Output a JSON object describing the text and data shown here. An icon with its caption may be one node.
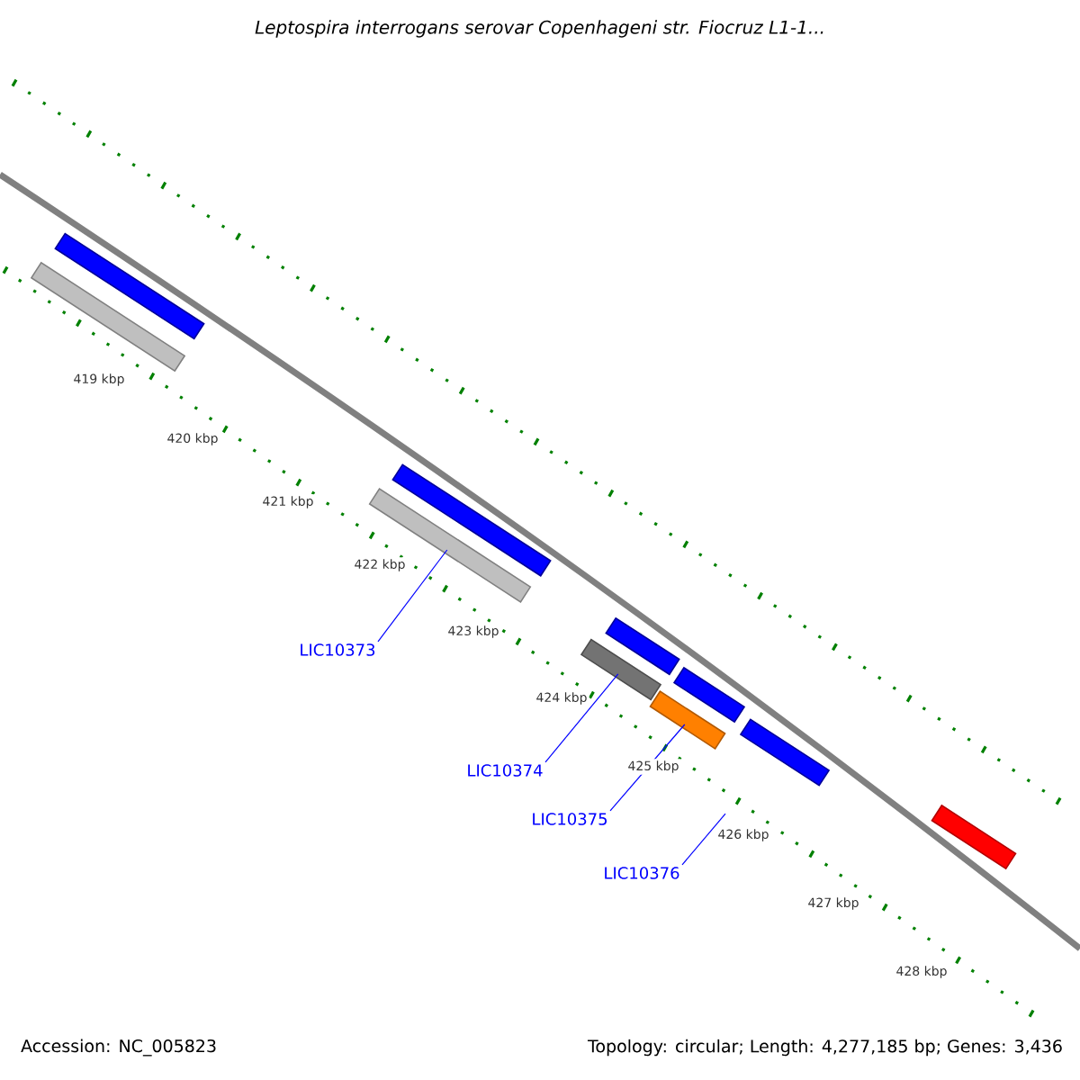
{
  "diagram": {
    "title": "Leptospira interrogans serovar Copenhageni str. Fiocruz L1-1...",
    "nodes": [
      {
        "text": [],
        "shape": "bar"
      },
      {
        "text": [],
        "shape": "bar"
      },
      {
        "text": [],
        "shape": "bar"
      },
      {
        "text": [],
        "shape": "bar"
      },
      {
        "text": [],
        "shape": "bar"
      },
      {
        "text": [],
        "shape": "bar"
      },
      {
        "text": [],
        "shape": "bar"
      },
      {
        "text": [],
        "shape": "bar"
      },
      {
        "text": [],
        "shape": "bar"
      },
      {
        "text": [],
        "shape": "bar"
      },
      {
        "text": [
          "LIC10373"
        ]
      },
      {
        "text": [
          "LIC10374"
        ]
      },
      {
        "text": [
          "LIC10375"
        ]
      },
      {
        "text": [
          "LIC10376"
        ]
      }
    ],
    "edges": [
      {
        "from": 10,
        "to": 3,
        "arrow": "none"
      },
      {
        "from": 11,
        "to": 5,
        "arrow": "none"
      },
      {
        "from": 12,
        "to": 7,
        "arrow": "none"
      },
      {
        "from": 13,
        "to": null,
        "arrow": "none"
      }
    ],
    "labels": [
      "419 kbp",
      "420 kbp",
      "421 kbp",
      "422 kbp",
      "423 kbp",
      "424 kbp",
      "425 kbp",
      "426 kbp",
      "427 kbp",
      "428 kbp",
      "Accession: NC_005823",
      "Topology: circular; Length: 4,277,185 bp; Genes: 3,436"
    ]
  }
}
